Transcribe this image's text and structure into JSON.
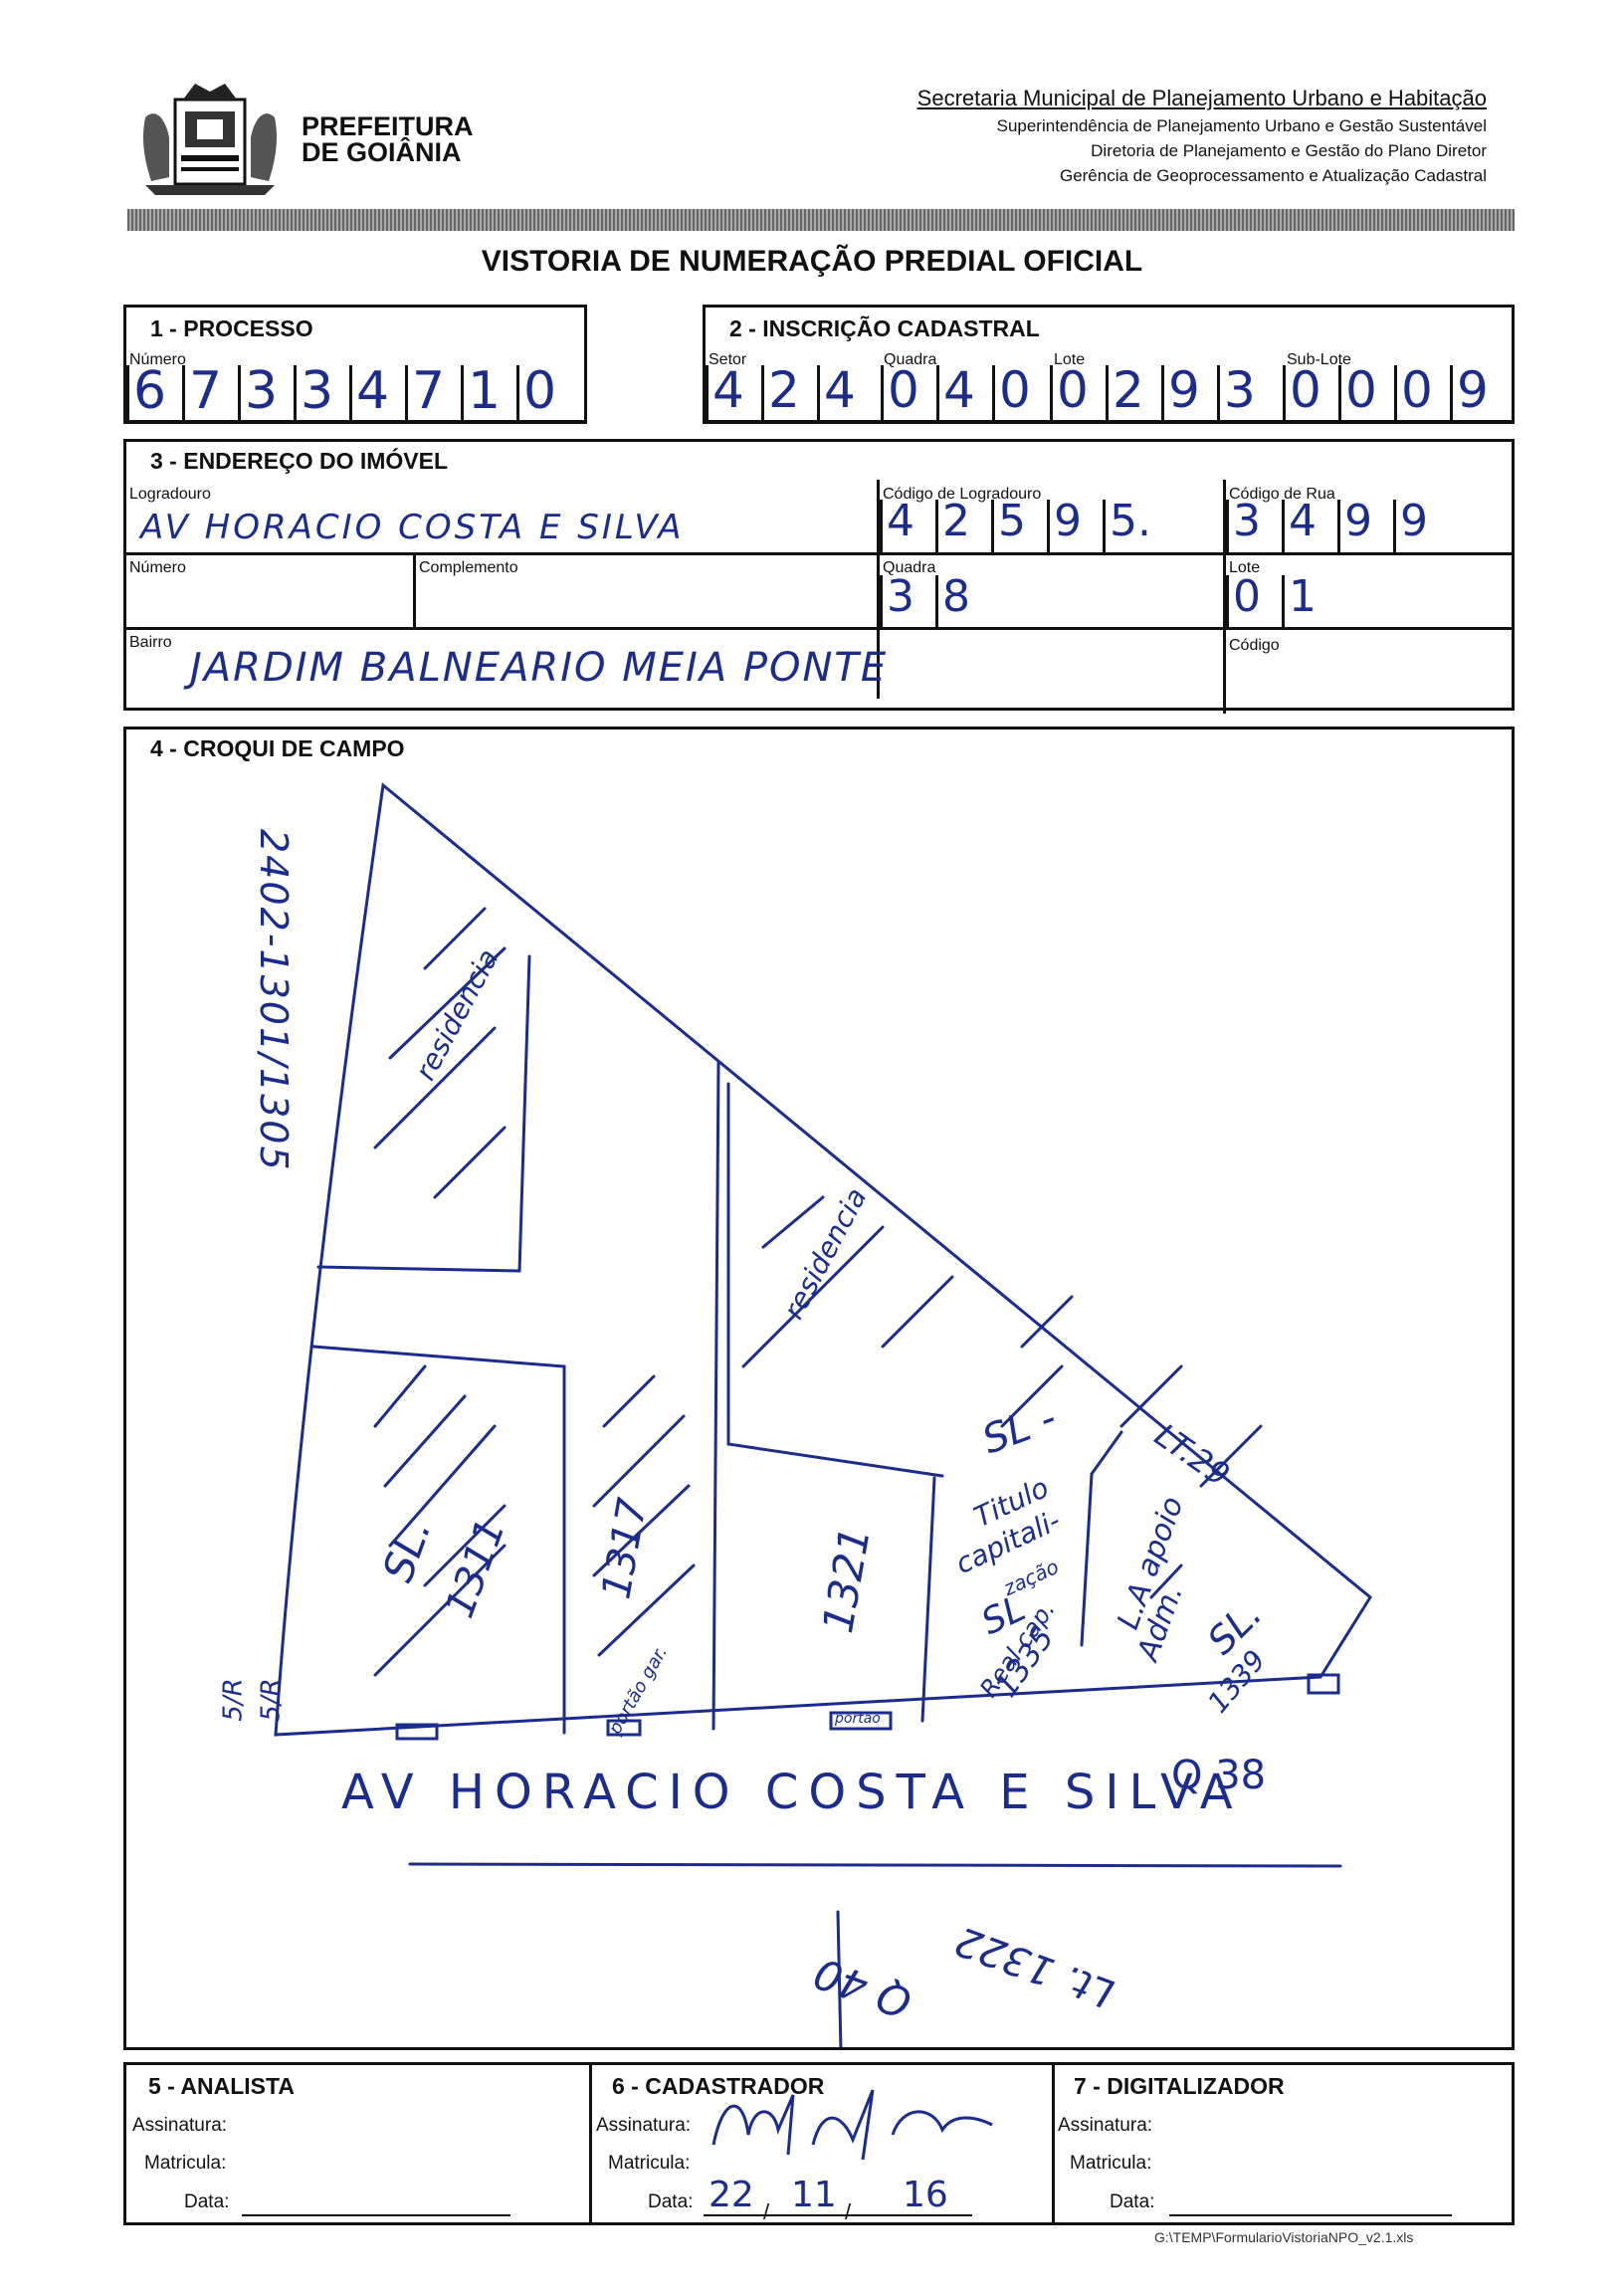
{
  "header": {
    "org_line1": "PREFEITURA",
    "org_line2": "DE GOIÂNIA",
    "sec_title": "Secretaria Municipal de Planejamento Urbano e Habitação",
    "sub1": "Superintendência de Planejamento Urbano e Gestão Sustentável",
    "sub2": "Diretoria de Planejamento e Gestão do Plano Diretor",
    "sub3": "Gerência de Geoprocessamento e Atualização Cadastral"
  },
  "title": "VISTORIA DE NUMERAÇÃO PREDIAL OFICIAL",
  "processo": {
    "heading": "1 - PROCESSO",
    "numero_label": "Número",
    "digits": [
      "6",
      "7",
      "3",
      "3",
      "4",
      "7",
      "1",
      "0"
    ]
  },
  "inscricao": {
    "heading": "2 - INSCRIÇÃO CADASTRAL",
    "setor_label": "Setor",
    "quadra_label": "Quadra",
    "lote_label": "Lote",
    "sublote_label": "Sub-Lote",
    "setor": [
      "4",
      "2",
      "4"
    ],
    "quadra": [
      "0",
      "4",
      "0"
    ],
    "lote": [
      "0",
      "2",
      "9",
      "3"
    ],
    "sublote": [
      "0",
      "0",
      "0",
      "9"
    ]
  },
  "endereco": {
    "heading": "3 - ENDEREÇO DO IMÓVEL",
    "logradouro_label": "Logradouro",
    "logradouro": "AV HORACIO COSTA E SILVA",
    "cod_logradouro_label": "Código de Logradouro",
    "cod_logradouro": [
      "4",
      "2",
      "5",
      "9",
      "5."
    ],
    "cod_rua_label": "Código de Rua",
    "cod_rua": [
      "3",
      "4",
      "9",
      "9"
    ],
    "numero_label": "Número",
    "complemento_label": "Complemento",
    "quadra_label": "Quadra",
    "quadra": [
      "3",
      "8"
    ],
    "lote_label": "Lote",
    "lote": [
      "0",
      "1"
    ],
    "bairro_label": "Bairro",
    "bairro": "JARDIM BALNEARIO MEIA PONTE",
    "codigo_label": "Código"
  },
  "croqui": {
    "heading": "4 - CROQUI DE CAMPO",
    "street": "AV HORACIO COSTA E SILVA",
    "quadra": "Q 38",
    "left_vertical": "2402-1301/1305",
    "labels": {
      "residencia1": "residencia",
      "residencia2": "residencia",
      "sl1311": "SL.",
      "n1311": "1311",
      "n1317": "1317",
      "n1321": "1321",
      "sl_titulo": "SL -",
      "titulo": "Titulo",
      "capitali": "capitali-",
      "zacao": "zação",
      "sl_small": "SL",
      "real_cap": "Real cap.",
      "n1335": "1335",
      "apoio": "L.A apoio",
      "adm": "Adm.",
      "sl_last": "SL.",
      "n1339": "1339",
      "lt29": "LT.29",
      "portao": "portão",
      "portao_garagem": "portão gar.",
      "lt_1322": "Lt. 1322",
      "q40": "Q 40",
      "sr": "5/R",
      "sr2": "5/R"
    }
  },
  "analista": {
    "heading": "5 - ANALISTA",
    "assinatura_label": "Assinatura:",
    "matricula_label": "Matricula:",
    "data_label": "Data:"
  },
  "cadastrador": {
    "heading": "6 - CADASTRADOR",
    "assinatura_label": "Assinatura:",
    "matricula_label": "Matricula:",
    "data_label": "Data:",
    "data_day": "22",
    "data_month": "11",
    "data_year": "16"
  },
  "digitalizador": {
    "heading": "7 - DIGITALIZADOR",
    "assinatura_label": "Assinatura:",
    "matricula_label": "Matricula:",
    "data_label": "Data:"
  },
  "footer_path": "G:\\TEMP\\FormularioVistoriaNPO_v2.1.xls"
}
